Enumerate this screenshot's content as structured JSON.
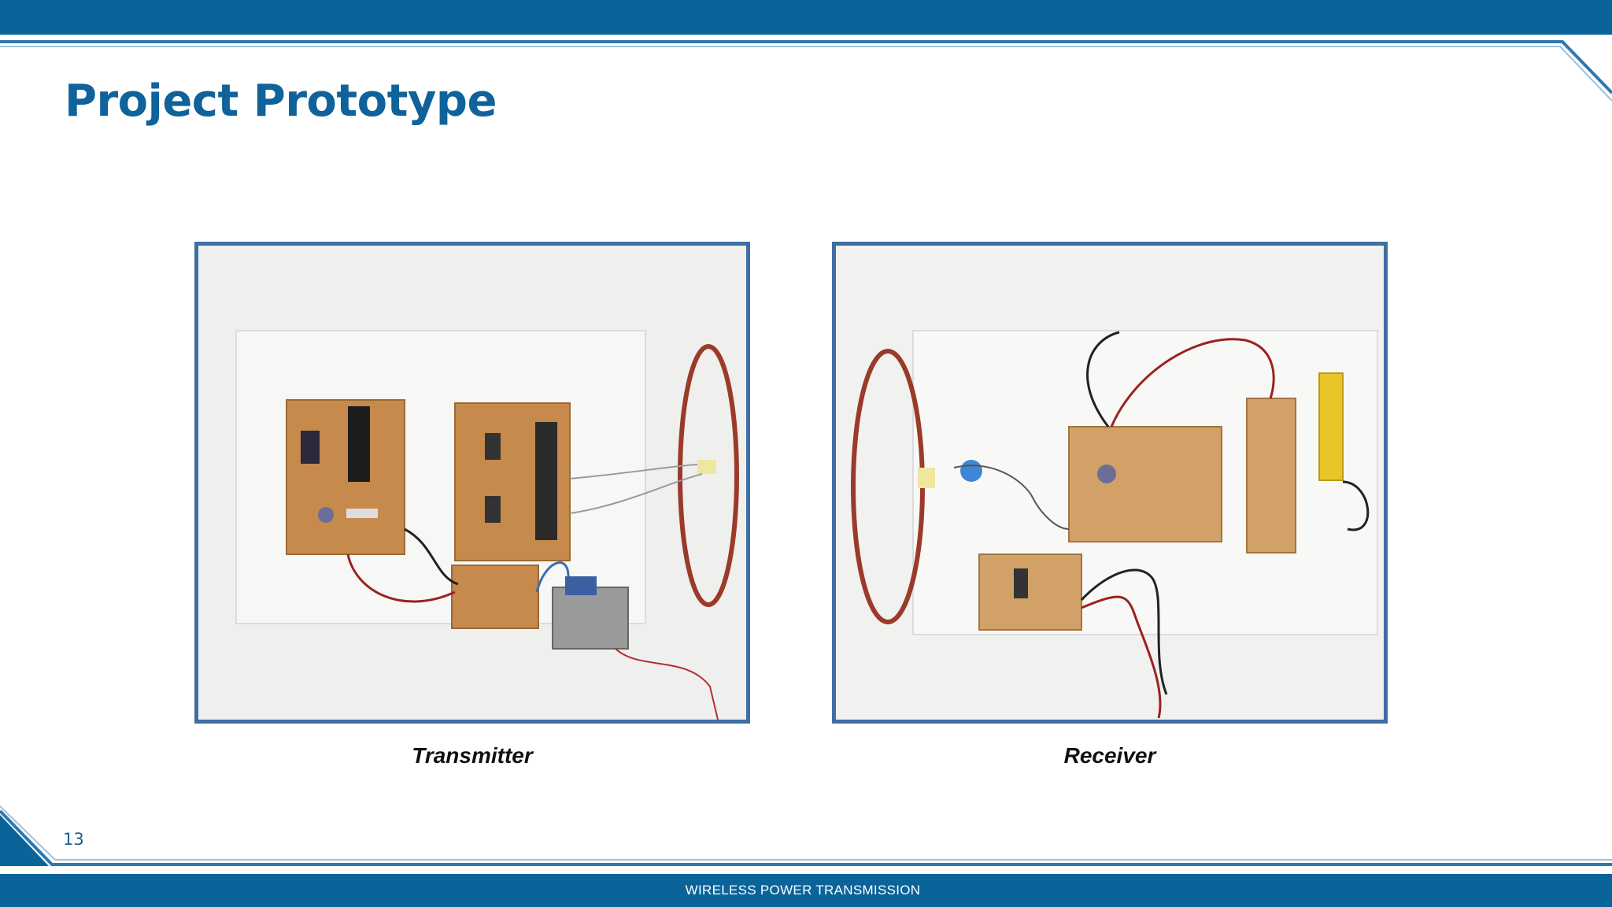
{
  "slide": {
    "title": "Project Prototype",
    "number": "13",
    "footer": "WIRELESS POWER TRANSMISSION"
  },
  "figures": [
    {
      "caption": "Transmitter",
      "photo": "transmitter-circuit-photo"
    },
    {
      "caption": "Receiver",
      "photo": "receiver-circuit-photo"
    }
  ],
  "colors": {
    "primary_blue": "#0f629a",
    "frame_border": "#3f6ea3",
    "band": "#0a6399"
  }
}
